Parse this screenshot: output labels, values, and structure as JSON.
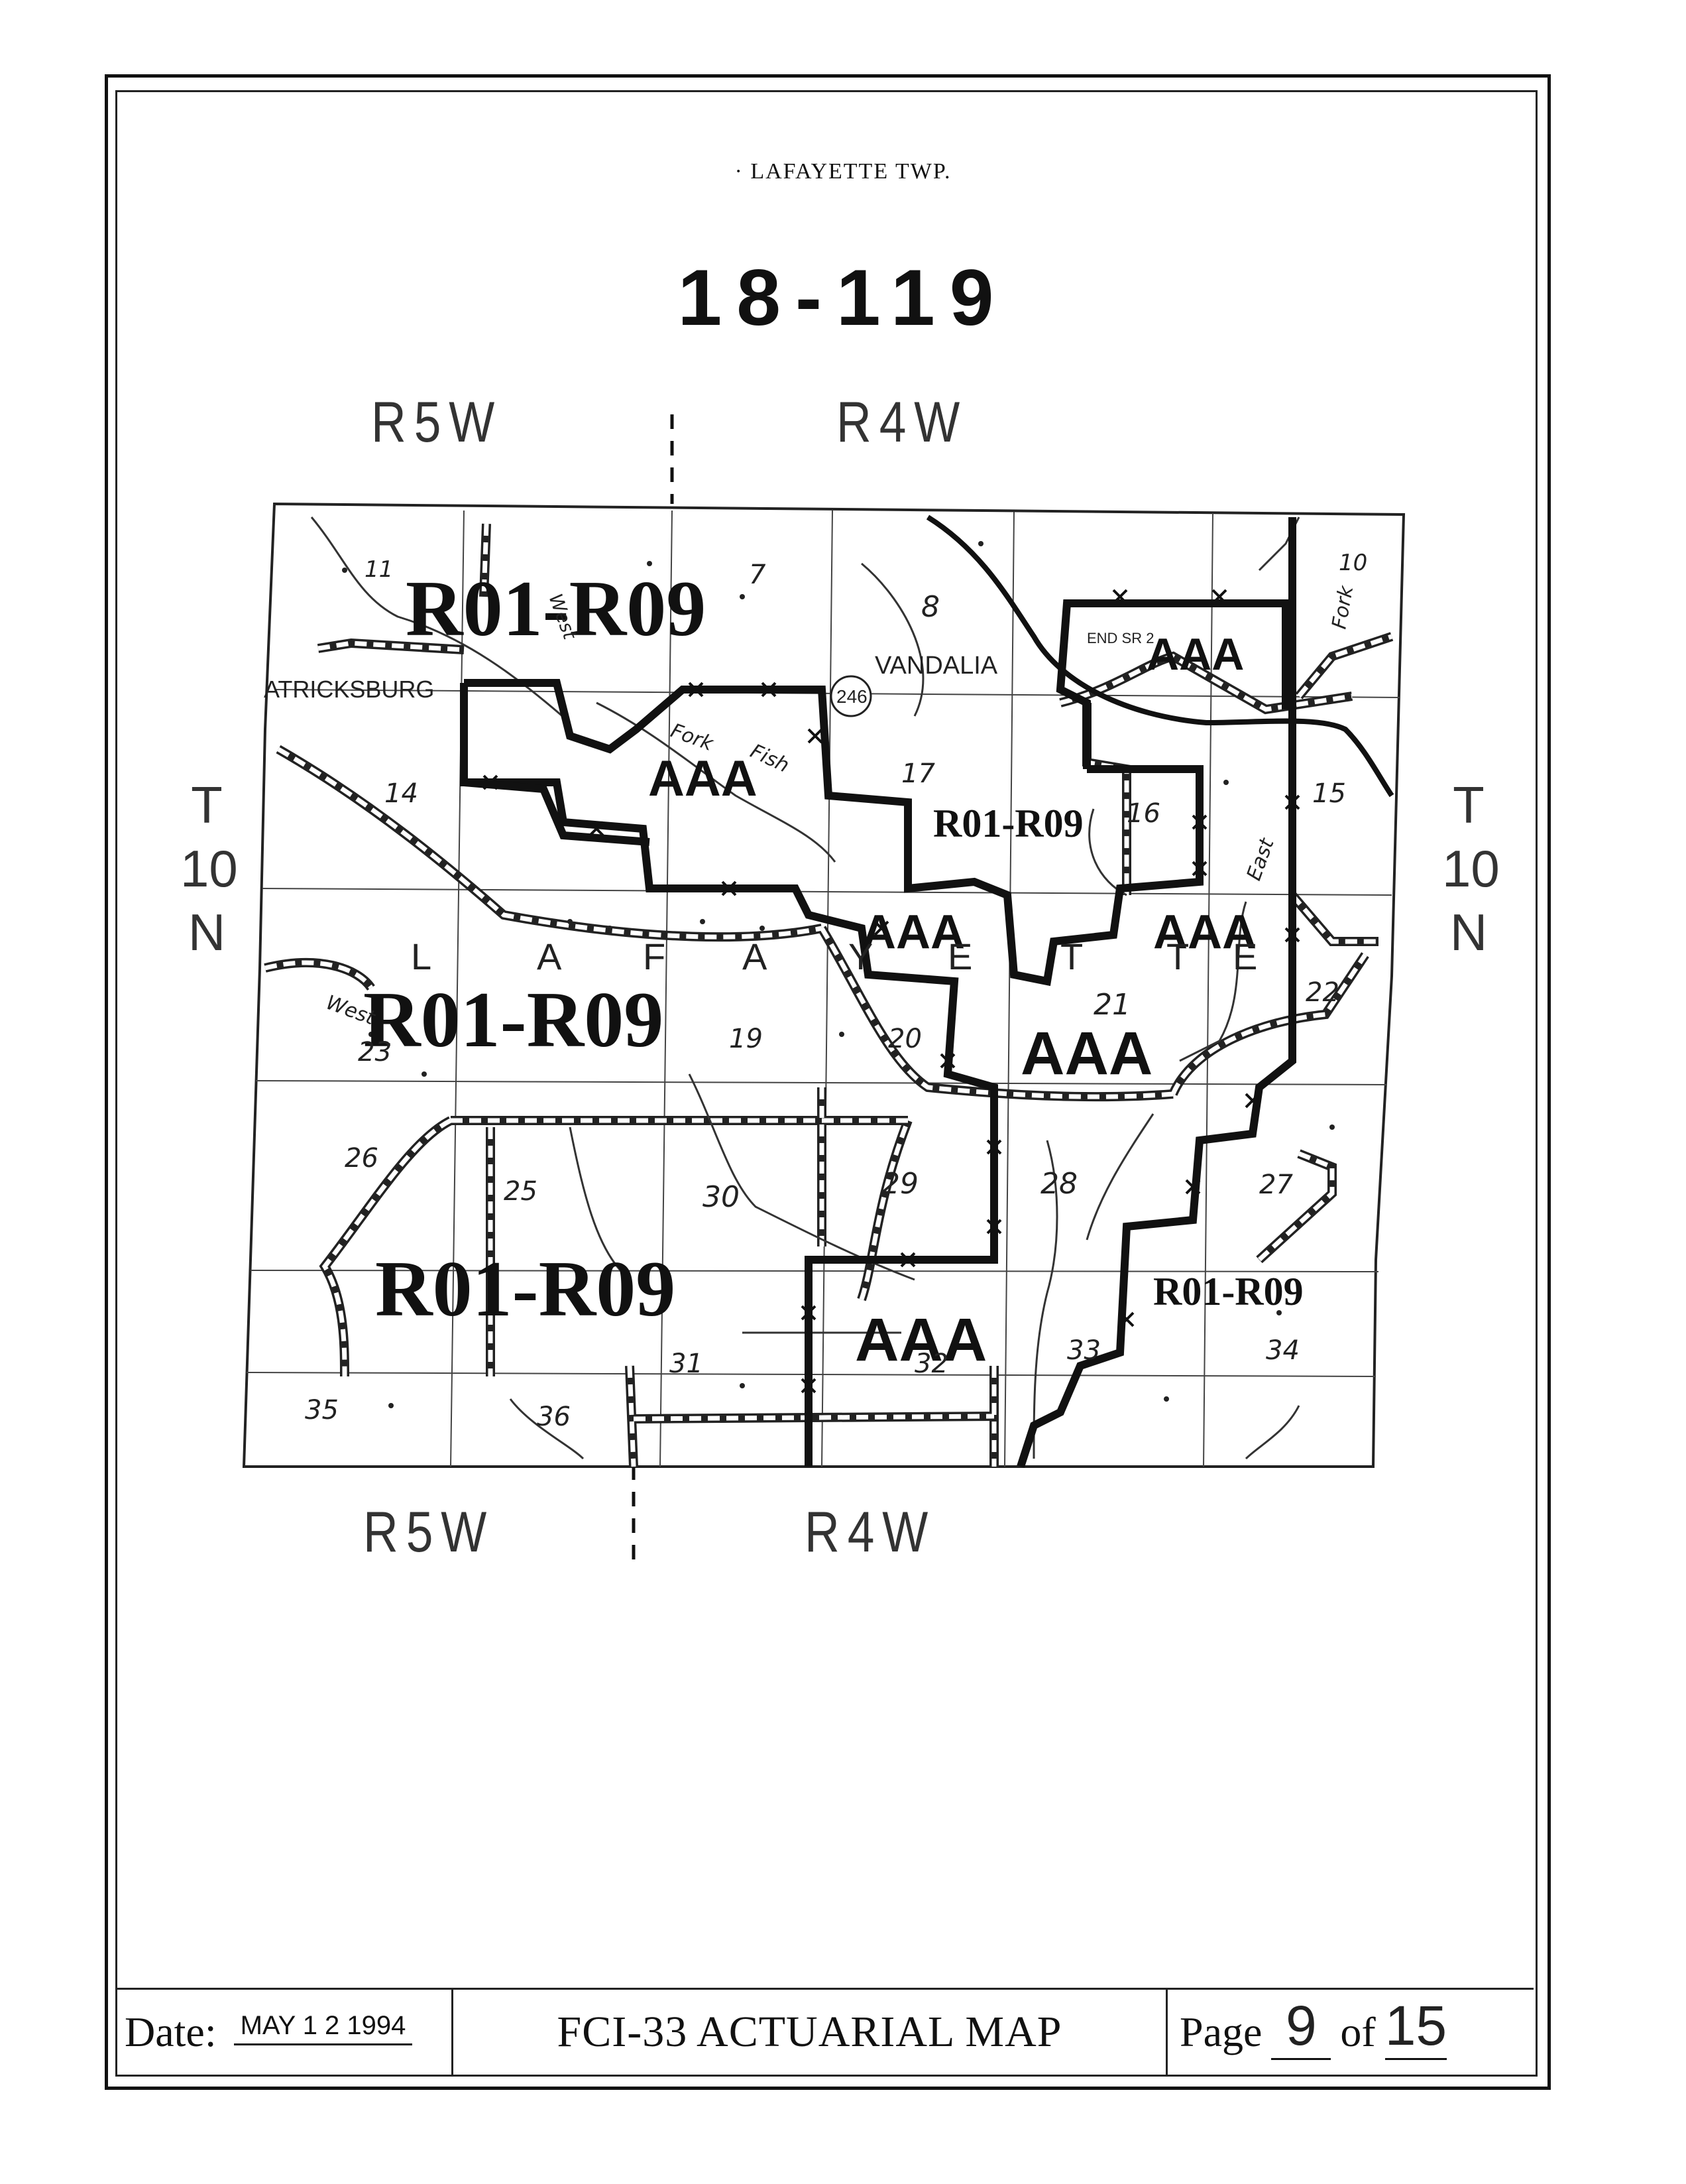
{
  "header": {
    "township": "· LAFAYETTE TWP.",
    "map_number": "18-119"
  },
  "ranges": {
    "top_left": "R5W",
    "top_right": "R4W",
    "bottom_left": "R5W",
    "bottom_right": "R4W"
  },
  "townships": {
    "left": "T 10 N",
    "right": "T 10 N"
  },
  "map": {
    "zones": [
      "R01-R09",
      "R01-R09",
      "R01-R09",
      "R01-R09",
      "R01-R09"
    ],
    "high_risk": [
      "AAA",
      "AAA",
      "AAA",
      "AAA",
      "AAA",
      "AAA"
    ],
    "places": [
      "VANDALIA",
      "ATRICKSBURG",
      "246",
      "END SR 2"
    ],
    "township_letters": [
      "L",
      "A",
      "F",
      "A",
      "Y",
      "E",
      "T",
      "T",
      "E"
    ],
    "streams": [
      "West",
      "Fork",
      "Fish",
      "East",
      "Fork",
      "West"
    ],
    "sections": [
      "11",
      "7",
      "8",
      "10",
      "14",
      "17",
      "16",
      "15",
      "19",
      "20",
      "21",
      "22",
      "23",
      "26",
      "25",
      "30",
      "29",
      "28",
      "27",
      "31",
      "32",
      "33",
      "34",
      "35",
      "36"
    ]
  },
  "footer": {
    "date_label": "Date:",
    "date_value": "MAY 1 2 1994",
    "map_title": "FCI-33 ACTUARIAL MAP",
    "page_label": "Page",
    "page_number": "9",
    "of_label": "of",
    "page_total": "15"
  }
}
